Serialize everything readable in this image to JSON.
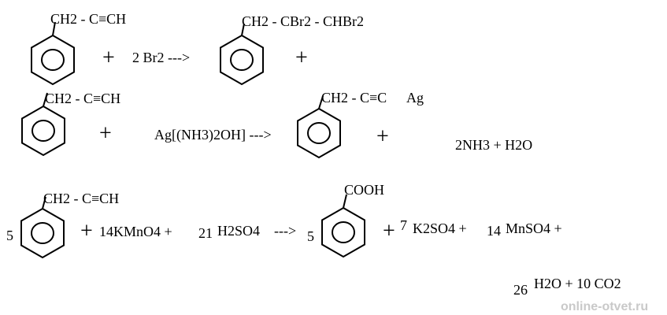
{
  "reaction1": {
    "reactant_substituent": "CH2 - C≡CH",
    "plus_1": "+",
    "reagent": "2 Br2 --->",
    "product_substituent": "CH2 - CBr2 - CHBr2",
    "plus_2": "+"
  },
  "reaction2": {
    "reactant_substituent": "CH2 - C≡CH",
    "plus_1": "+",
    "reagent": "Ag[(NH3)2OH]  --->",
    "product_substituent": "CH2 - C≡C",
    "product_metal": "Ag",
    "plus_2": "+",
    "byproduct": "2NH3 + H2O"
  },
  "reaction3": {
    "coef_reactant": "5",
    "reactant_substituent": "CH2 - C≡CH",
    "plus_1": "+",
    "kmno4": "14KMnO4 +",
    "h2so4_coef": "21",
    "h2so4": "H2SO4",
    "arrow": "--->",
    "coef_product": "5",
    "product_substituent": "COOH",
    "plus_2": "+",
    "k2so4_coef": "7",
    "k2so4": "K2SO4 +",
    "mnso4_coef": "14",
    "mnso4": "MnSO4 +",
    "h2o_coef": "26",
    "h2o_co2": "H2O + 10 CO2"
  },
  "watermark": "online-otvet.ru"
}
